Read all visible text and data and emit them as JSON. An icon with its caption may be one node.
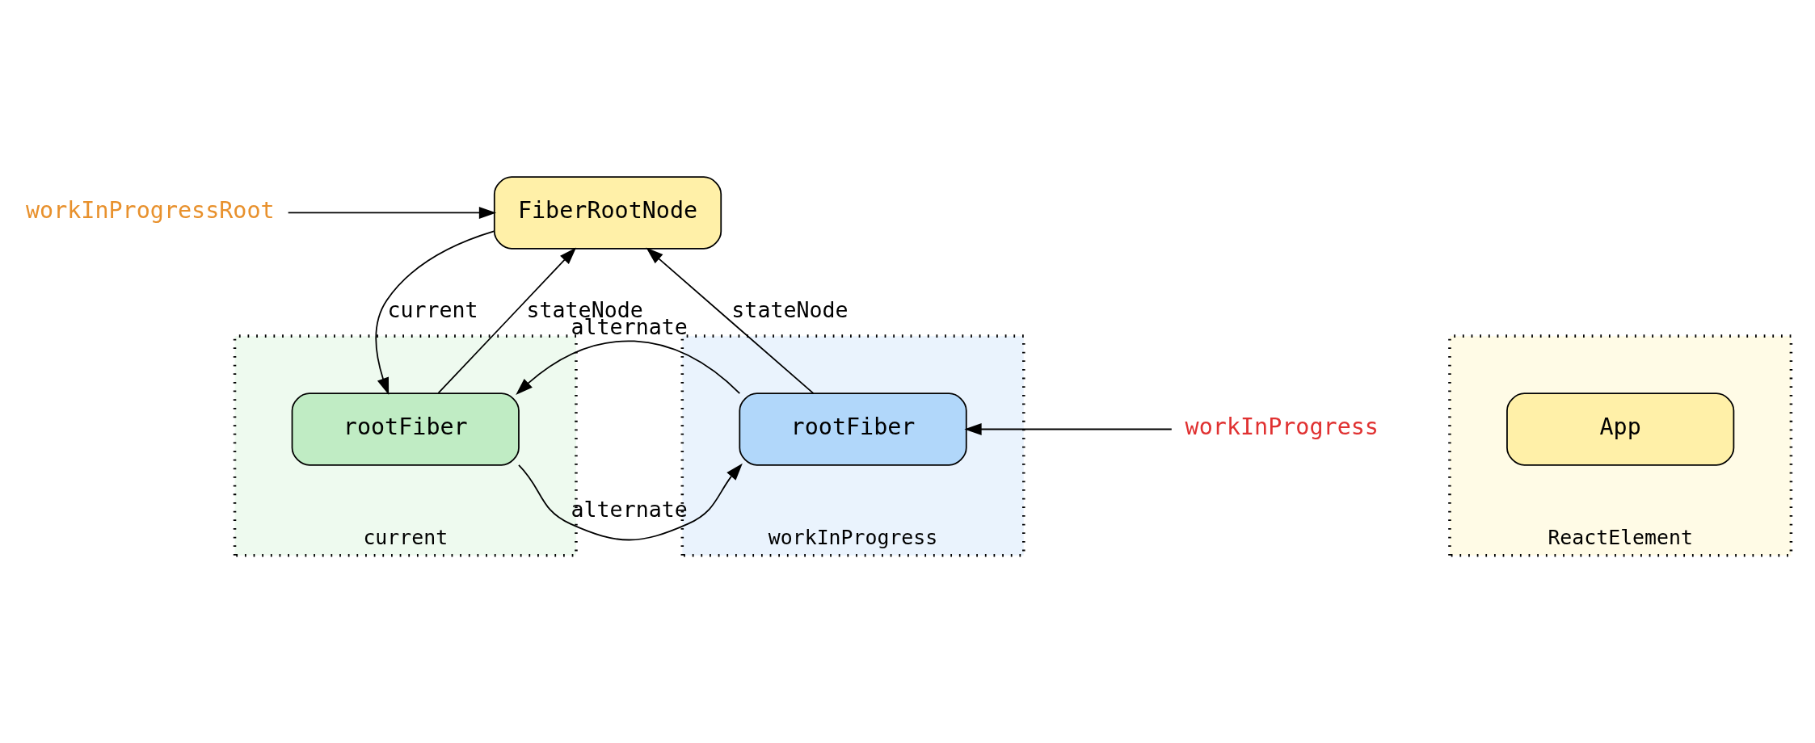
{
  "diagram": {
    "nodes": [
      {
        "text": [
          "FiberRootNode"
        ]
      },
      {
        "text": [
          "current"
        ]
      },
      {
        "text": [
          "rootFiber"
        ],
        "in": 1
      },
      {
        "text": [
          "workInProgress"
        ]
      },
      {
        "text": [
          "rootFiber"
        ],
        "in": 3
      },
      {
        "text": [
          "ReactElement"
        ]
      },
      {
        "text": [
          "App"
        ],
        "in": 5
      },
      {
        "text": [
          "workInProgressRoot"
        ]
      },
      {
        "text": [
          "workInProgress"
        ]
      }
    ],
    "edges": [
      {
        "from": 7,
        "to": 0,
        "arrow": "to"
      },
      {
        "from": 0,
        "to": 2,
        "arrow": "to",
        "label": "current"
      },
      {
        "from": 2,
        "to": 0,
        "arrow": "to",
        "label": "stateNode"
      },
      {
        "from": 4,
        "to": 0,
        "arrow": "to",
        "label": "stateNode"
      },
      {
        "from": 4,
        "to": 2,
        "arrow": "to",
        "label": "alternate"
      },
      {
        "from": 2,
        "to": 4,
        "arrow": "to",
        "label": "alternate"
      },
      {
        "from": 8,
        "to": 4,
        "arrow": "to"
      }
    ]
  }
}
